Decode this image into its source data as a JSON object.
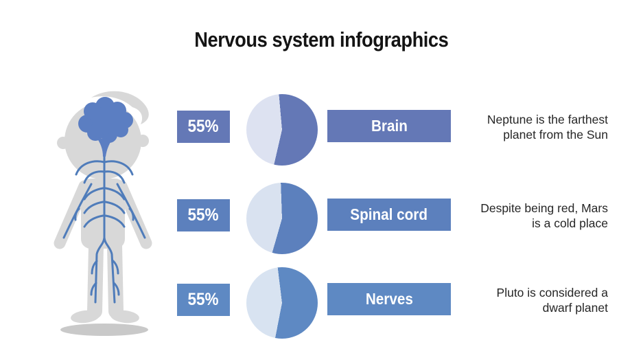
{
  "title": "Nervous system infographics",
  "figure": {
    "description": "child body silhouette with nervous system",
    "body_gray": "#d8d8d8",
    "shadow_gray": "#c9c9c9",
    "brain_blue": "#5b7ec2",
    "nerve_blue": "#4f7cba"
  },
  "rows": [
    {
      "percent": "55%",
      "value": 55,
      "label": "Brain",
      "fact_lines": [
        "Neptune is the farthest",
        "planet from the Sun"
      ],
      "accent": "#6478b6",
      "pie_light": "#dde2f1",
      "pie_rotation": -5
    },
    {
      "percent": "55%",
      "value": 55,
      "label": "Spinal cord",
      "fact_lines": [
        "Despite being red, Mars",
        "is a cold place"
      ],
      "accent": "#5c80bd",
      "pie_light": "#d9e2f0",
      "pie_rotation": -2
    },
    {
      "percent": "55%",
      "value": 55,
      "label": "Nerves",
      "fact_lines": [
        "Pluto is considered a",
        "dwarf planet"
      ],
      "accent": "#5e89c3",
      "pie_light": "#d8e3f1",
      "pie_rotation": -7
    }
  ],
  "chart_data": [
    {
      "type": "pie",
      "title": "Brain",
      "labels": [
        "Brain",
        "remainder"
      ],
      "values": [
        55,
        45
      ],
      "colors": [
        "#6478b6",
        "#dde2f1"
      ],
      "data_label": "55%"
    },
    {
      "type": "pie",
      "title": "Spinal cord",
      "labels": [
        "Spinal cord",
        "remainder"
      ],
      "values": [
        55,
        45
      ],
      "colors": [
        "#5c80bd",
        "#d9e2f0"
      ],
      "data_label": "55%"
    },
    {
      "type": "pie",
      "title": "Nerves",
      "labels": [
        "Nerves",
        "remainder"
      ],
      "values": [
        55,
        45
      ],
      "colors": [
        "#5e89c3",
        "#d8e3f1"
      ],
      "data_label": "55%"
    }
  ]
}
